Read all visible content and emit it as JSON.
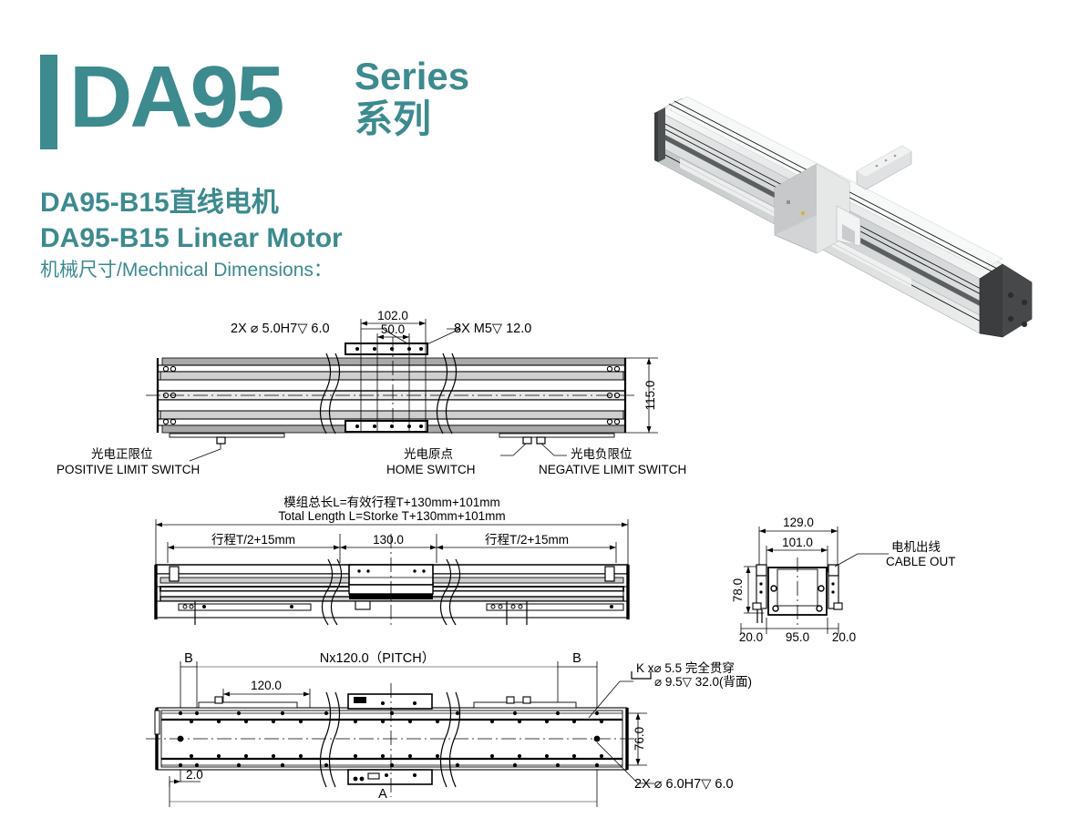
{
  "header": {
    "brand_model": "DA95",
    "series_en": "Series",
    "series_cn": "系列",
    "accent_color": "#3d8a8f"
  },
  "subtitle": {
    "title_cn": "DA95-B15直线电机",
    "title_en": "DA95-B15 Linear Motor",
    "section_label": "机械尺寸/Mechnical Dimensions："
  },
  "product_photo": {
    "alt": "DA95-B15 linear motor actuator rail, isometric view",
    "body_color": "#d8dada",
    "endcap_color": "#3a3a3c"
  },
  "views": {
    "top_view": {
      "callout_left": "2X ⌀ 5.0H7▽ 6.0",
      "callout_right": "8X  M5▽ 12.0",
      "dim_outer": "102.0",
      "dim_inner": "50.0",
      "dim_height": "115.0",
      "switch_positive_cn": "光电正限位",
      "switch_positive_en": "POSITIVE LIMIT SWITCH",
      "switch_home_cn": "光电原点",
      "switch_home_en": "HOME SWITCH",
      "switch_negative_cn": "光电负限位",
      "switch_negative_en": "NEGATIVE LIMIT SWITCH"
    },
    "side_view": {
      "total_length_cn": "模组总长L=有效行程T+130mm+101mm",
      "total_length_en": "Total Length L=Storke T+130mm+101mm",
      "stroke_left": "行程T/2+15mm",
      "dim_center": "130.0",
      "stroke_right": "行程T/2+15mm"
    },
    "end_view": {
      "dim_outer_width": "129.0",
      "dim_inner_width": "101.0",
      "dim_height": "78.0",
      "dim_foot_left": "20.0",
      "dim_foot_center": "95.0",
      "dim_foot_right": "20.0",
      "cable_cn": "电机出线",
      "cable_en": "CABLE OUT"
    },
    "bottom_view": {
      "label_b_left": "B",
      "label_b_right": "B",
      "pitch": "Nx120.0（PITCH）",
      "dim_pitch_single": "120.0",
      "dim_edge": "2.0",
      "dim_width": "76.0",
      "label_a": "A",
      "callout_thru_1": "K x⌀ 5.5 完全贯穿",
      "callout_thru_2": "⌀ 9.5▽ 32.0(背面)",
      "callout_dowel": "2X ⌀ 6.0H7▽ 6.0"
    }
  }
}
